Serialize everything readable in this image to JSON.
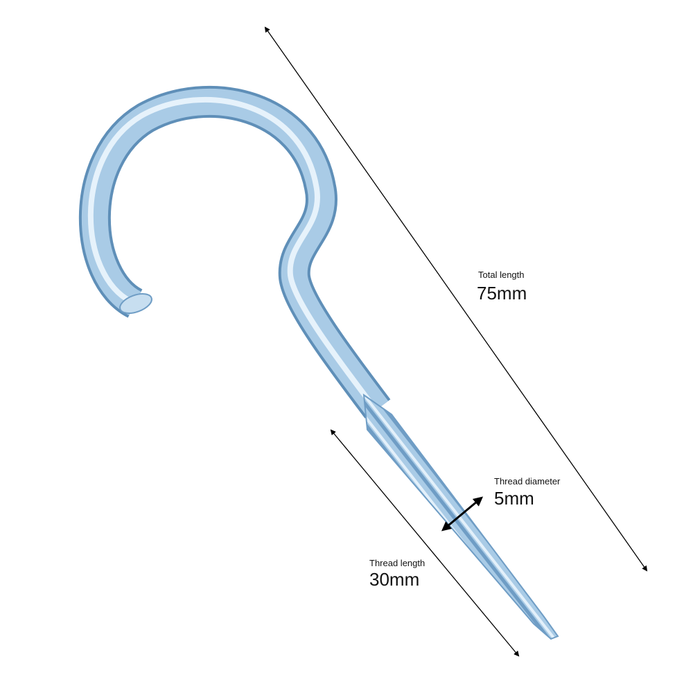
{
  "annotations": {
    "total_length": {
      "label": "Total length",
      "value": "75mm"
    },
    "thread_diameter": {
      "label": "Thread diameter",
      "value": "5mm"
    },
    "thread_length": {
      "label": "Thread length",
      "value": "30mm"
    }
  },
  "colors": {
    "metal": "#a9cbe6",
    "metal_highlight": "#e6f2fb",
    "metal_shadow": "#5f8fb8",
    "line": "#000000"
  }
}
